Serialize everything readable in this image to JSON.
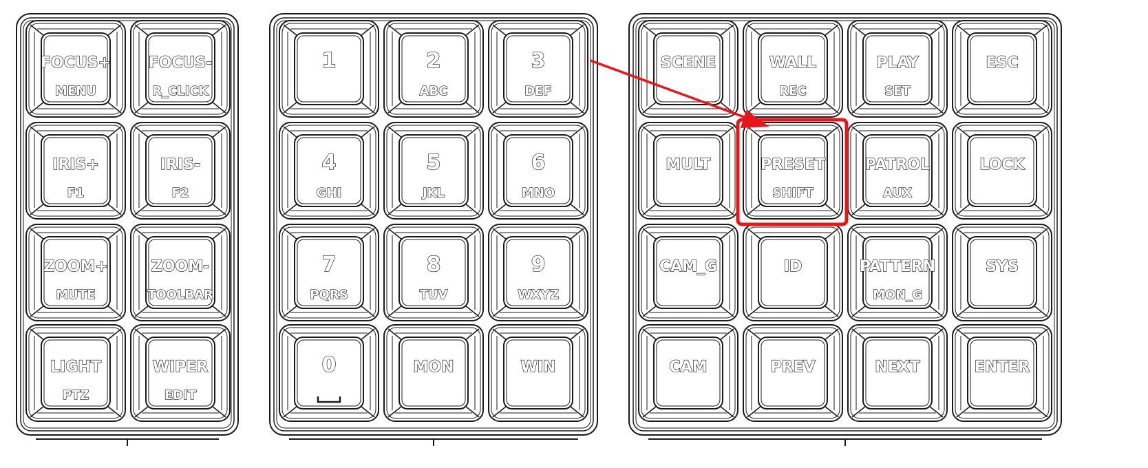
{
  "keypads": [
    {
      "id": "ptz",
      "keys": [
        [
          "FOCUS+",
          "MENU"
        ],
        [
          "FOCUS-",
          "R_CLICK"
        ],
        [
          "IRIS+",
          "F1"
        ],
        [
          "IRIS-",
          "F2"
        ],
        [
          "ZOOM+",
          "MUTE"
        ],
        [
          "ZOOM-",
          "TOOLBAR"
        ],
        [
          "LIGHT",
          "PTZ"
        ],
        [
          "WIPER",
          "EDIT"
        ]
      ]
    },
    {
      "id": "numeric",
      "keys": [
        [
          "1",
          ""
        ],
        [
          "2",
          "ABC"
        ],
        [
          "3",
          "DEF"
        ],
        [
          "4",
          "GHI"
        ],
        [
          "5",
          "JKL"
        ],
        [
          "6",
          "MNO"
        ],
        [
          "7",
          "PQRS"
        ],
        [
          "8",
          "TUV"
        ],
        [
          "9",
          "WXYZ"
        ],
        [
          "0",
          "space-symbol"
        ],
        [
          "MON",
          ""
        ],
        [
          "WIN",
          ""
        ]
      ]
    },
    {
      "id": "function",
      "keys": [
        [
          "SCENE",
          ""
        ],
        [
          "WALL",
          "REC"
        ],
        [
          "PLAY",
          "SET"
        ],
        [
          "ESC",
          ""
        ],
        [
          "MULT",
          ""
        ],
        [
          "PRESET",
          "SHIFT"
        ],
        [
          "PATROL",
          "AUX"
        ],
        [
          "LOCK",
          ""
        ],
        [
          "CAM_G",
          ""
        ],
        [
          "ID",
          ""
        ],
        [
          "PATTERN",
          "MON_G"
        ],
        [
          "SYS",
          ""
        ],
        [
          "CAM",
          ""
        ],
        [
          "PREV",
          ""
        ],
        [
          "NEXT",
          ""
        ],
        [
          "ENTER",
          ""
        ]
      ]
    }
  ],
  "highlight": {
    "key_label": "PRESET",
    "color": "#e8161b"
  },
  "colors": {
    "stroke": "#1a1a1a",
    "background": "#ffffff",
    "arrow": "#e8161b"
  }
}
